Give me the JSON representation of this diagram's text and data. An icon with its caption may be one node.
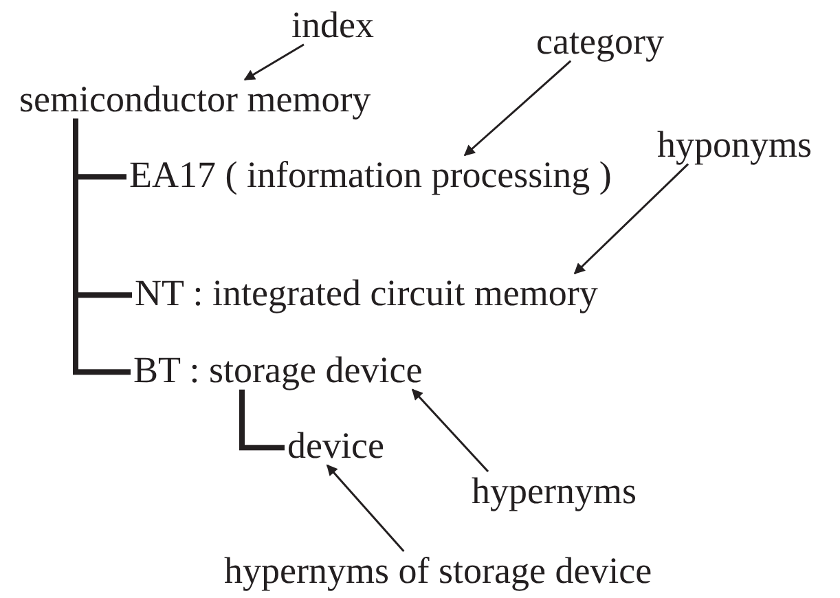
{
  "diagram": {
    "nodes": [
      {
        "text": [
          "semiconductor memory"
        ]
      },
      {
        "text": [
          "EA17 ( information processing  )"
        ]
      },
      {
        "text": [
          "NT : integrated circuit memory"
        ]
      },
      {
        "text": [
          "BT : storage device"
        ]
      },
      {
        "text": [
          "device"
        ]
      },
      {
        "text": [
          "index"
        ]
      },
      {
        "text": [
          "category"
        ]
      },
      {
        "text": [
          "hyponyms"
        ]
      },
      {
        "text": [
          "hypernyms"
        ]
      },
      {
        "text": [
          "hypernyms of storage device"
        ]
      }
    ],
    "edges": [
      {
        "from": 0,
        "to": 1,
        "arrow": "none",
        "style": "thick"
      },
      {
        "from": 0,
        "to": 2,
        "arrow": "none",
        "style": "thick"
      },
      {
        "from": 0,
        "to": 3,
        "arrow": "none",
        "style": "thick"
      },
      {
        "from": 3,
        "to": 4,
        "arrow": "none",
        "style": "thick"
      },
      {
        "from": 5,
        "to": 0,
        "arrow": "to"
      },
      {
        "from": 6,
        "to": 1,
        "arrow": "to"
      },
      {
        "from": 7,
        "to": 2,
        "arrow": "to"
      },
      {
        "from": 8,
        "to": 3,
        "arrow": "to"
      },
      {
        "from": 9,
        "to": 4,
        "arrow": "to"
      }
    ]
  }
}
